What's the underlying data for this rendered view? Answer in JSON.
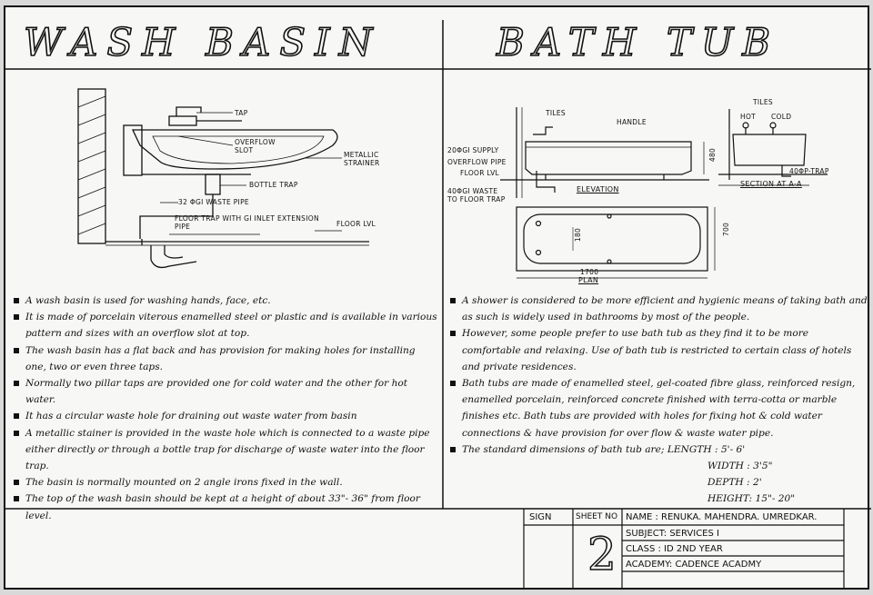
{
  "titles": {
    "left": "WASH BASIN",
    "right": "BATH TUB"
  },
  "wash_basin": {
    "labels": {
      "tap": "TAP",
      "overflow_slot": "OVERFLOW SLOT",
      "metallic_strainer": "METALLIC STRAINER",
      "bottle_trap": "BOTTLE TRAP",
      "waste_pipe": "32 ΦGI WASTE PIPE",
      "floor_trap": "FLOOR TRAP WITH GI INLET EXTENSION PIPE",
      "floor_lvl": "FLOOR LVL"
    },
    "notes": [
      "A wash basin is used for washing hands, face, etc.",
      "It is made of porcelain viterous enamelled steel or plastic and is available in various pattern and sizes with an overflow slot at top.",
      "The wash basin has a flat back and has provision for making holes for installing one, two or even three taps.",
      "Normally two pillar taps are provided one for cold water and the other for hot water.",
      "It has a circular waste hole for draining out waste water from basin",
      "A metallic stainer is provided in the waste hole which is connected to a waste pipe either directly or through a bottle trap for discharge of waste water into the floor trap.",
      "The basin is normally mounted on 2 angle irons fixed in the wall.",
      "The top of the wash basin should be kept at a height of about 33\"- 36\" from floor level."
    ]
  },
  "bath_tub": {
    "labels": {
      "tiles_left": "TILES",
      "handle": "HANDLE",
      "supply": "20ΦGI SUPPLY",
      "overflow_pipe": "OVERFLOW PIPE",
      "floor_lvl": "FLOOR LVL",
      "waste": "40ΦGI WASTE TO FLOOR TRAP",
      "elevation": "ELEVATION",
      "dim_480": "480",
      "dim_180": "180",
      "dim_700": "700",
      "dim_1700": "1700",
      "plan": "PLAN",
      "tiles_right": "TILES",
      "hot": "HOT",
      "cold": "COLD",
      "p_trap": "40ΦP-TRAP",
      "section": "SECTION AT A-A"
    },
    "notes": [
      "A shower is considered to be more efficient and hygienic means of taking bath and as such is widely used in bathrooms by most of the people.",
      "However, some people prefer to use bath tub as they find it to be more comfortable and relaxing. Use of bath tub is restricted to certain class of hotels and private residences.",
      "Bath tubs are made of enamelled steel, gel-coated fibre glass, reinforced resign, enamelled porcelain, reinforced concrete finished with terra-cotta or marble finishes etc. Bath tubs are provided with holes for fixing hot & cold water connections & have provision for over flow & waste water pipe.",
      "The standard dimensions of bath tub are; LENGTH : 5'- 6'"
    ],
    "dimensions": [
      "WIDTH : 3'5\"",
      "DEPTH : 2'",
      "HEIGHT: 15\"- 20\""
    ]
  },
  "title_block": {
    "sign": "SIGN",
    "sheet_no": "SHEET NO",
    "sheet_number": "2",
    "name": "NAME : RENUKA. MAHENDRA. UMREDKAR.",
    "subject": "SUBJECT: SERVICES I",
    "class": "CLASS : ID 2ND YEAR",
    "academy": "ACADEMY: CADENCE ACADMY"
  }
}
